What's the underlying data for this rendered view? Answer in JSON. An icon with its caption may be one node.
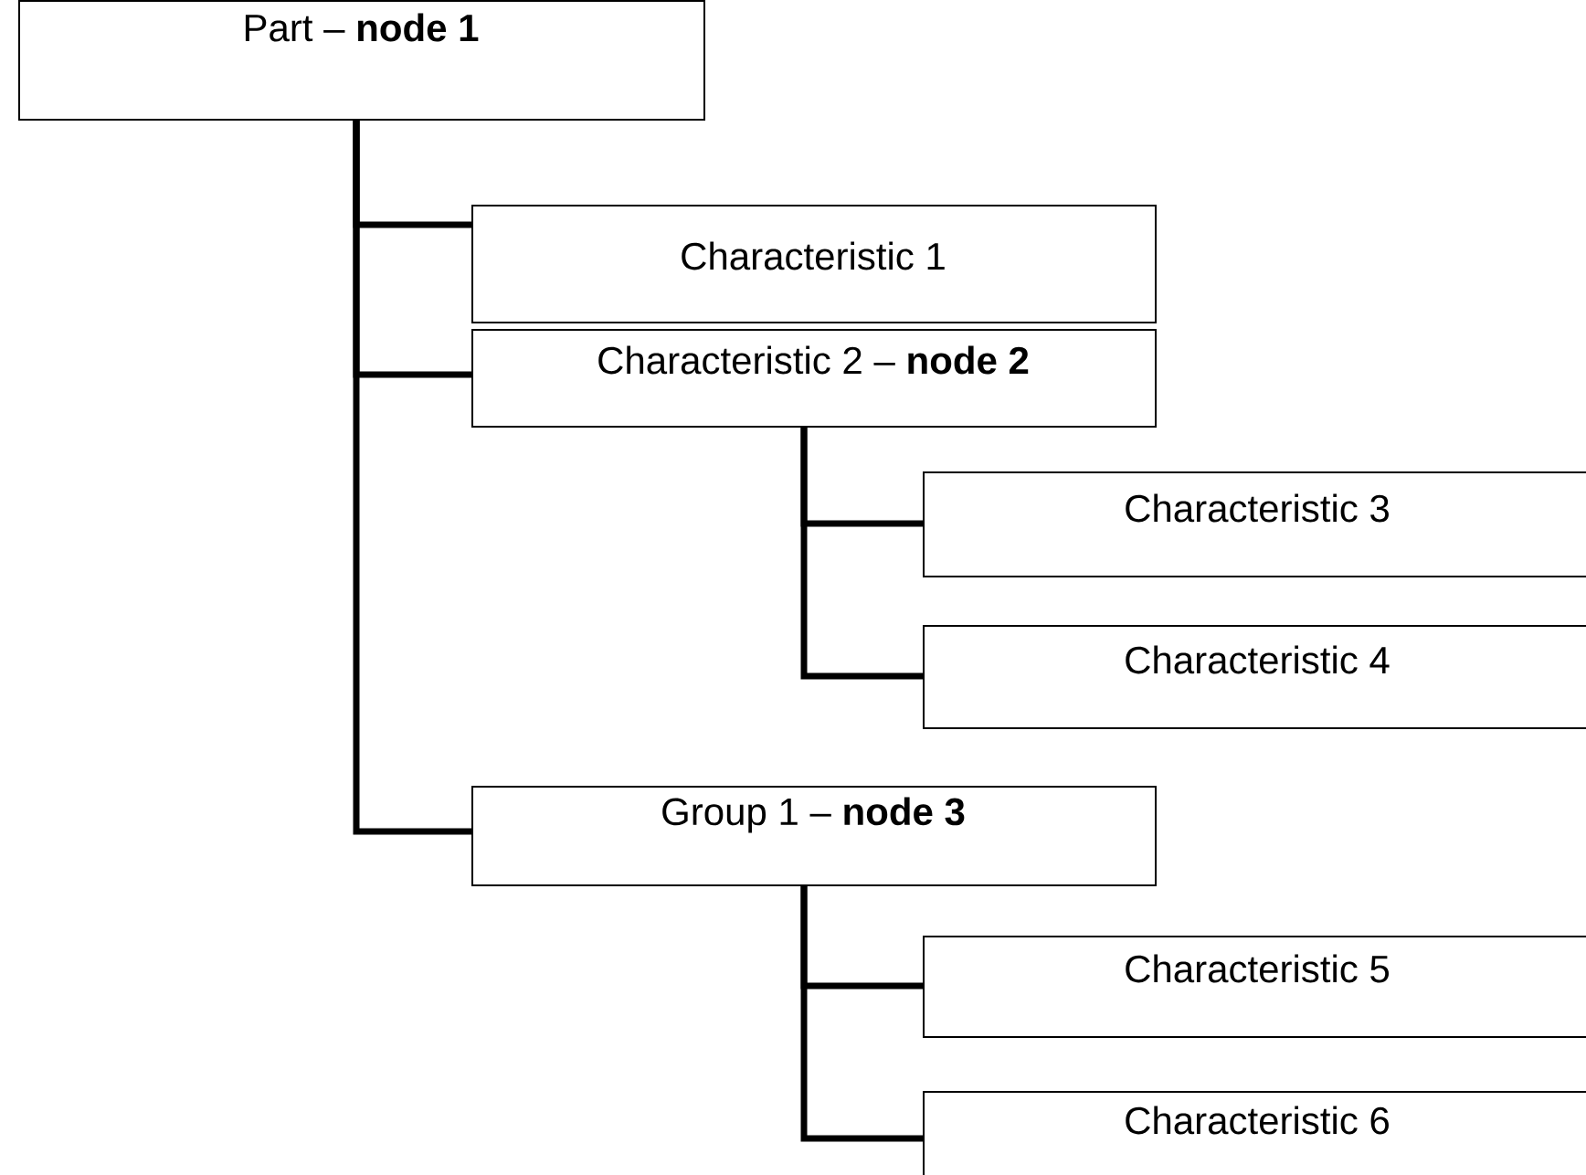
{
  "diagram": {
    "nodes": [
      {
        "text": [
          "Part – **node 1**"
        ]
      },
      {
        "text": [
          "Characteristic 1"
        ]
      },
      {
        "text": [
          "Characteristic 2 – **node 2**"
        ]
      },
      {
        "text": [
          "Characteristic 3"
        ]
      },
      {
        "text": [
          "Characteristic 4"
        ]
      },
      {
        "text": [
          "Group 1 – **node 3**"
        ]
      },
      {
        "text": [
          "Characteristic 5"
        ]
      },
      {
        "text": [
          "Characteristic 6"
        ]
      }
    ],
    "edges": [
      {
        "from": 0,
        "to": 1,
        "arrow": "none"
      },
      {
        "from": 0,
        "to": 2,
        "arrow": "none"
      },
      {
        "from": 0,
        "to": 5,
        "arrow": "none"
      },
      {
        "from": 2,
        "to": 3,
        "arrow": "none"
      },
      {
        "from": 2,
        "to": 4,
        "arrow": "none"
      },
      {
        "from": 5,
        "to": 6,
        "arrow": "none"
      },
      {
        "from": 5,
        "to": 7,
        "arrow": "none"
      }
    ]
  }
}
